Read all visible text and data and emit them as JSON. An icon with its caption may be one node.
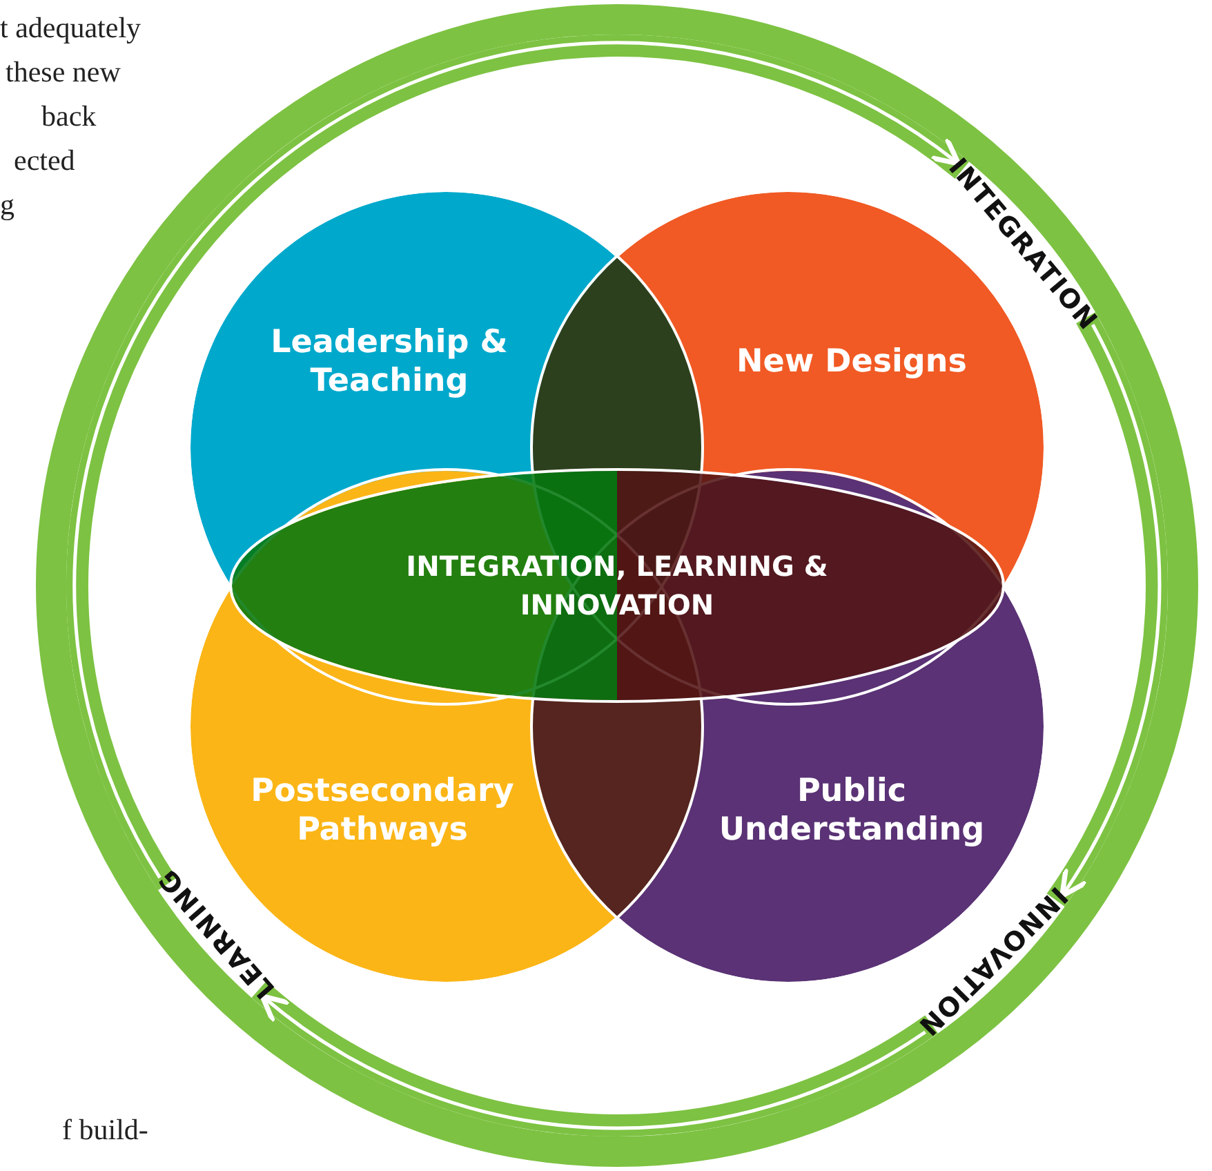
{
  "diagram": {
    "nodes": [
      {
        "text": [
          "Leadership & Teaching"
        ]
      },
      {
        "text": [
          "New Designs"
        ]
      },
      {
        "text": [
          "Postsecondary Pathways"
        ]
      },
      {
        "text": [
          "Public Understanding"
        ]
      },
      {
        "text": [
          "INTEGRATION, LEARNING & INNOVATION"
        ]
      },
      {
        "text": [
          "INTEGRATION"
        ]
      },
      {
        "text": [
          "INNOVATION"
        ]
      },
      {
        "text": [
          "LEARNING"
        ]
      }
    ],
    "edges": [
      {
        "from": 7,
        "to": 5,
        "arrow": "to"
      },
      {
        "from": 5,
        "to": 6,
        "arrow": "to"
      },
      {
        "from": 6,
        "to": 7,
        "arrow": "to"
      }
    ],
    "labels": [
      "t adequately",
      "these new",
      "back",
      "ected",
      "g",
      "f build-"
    ]
  }
}
